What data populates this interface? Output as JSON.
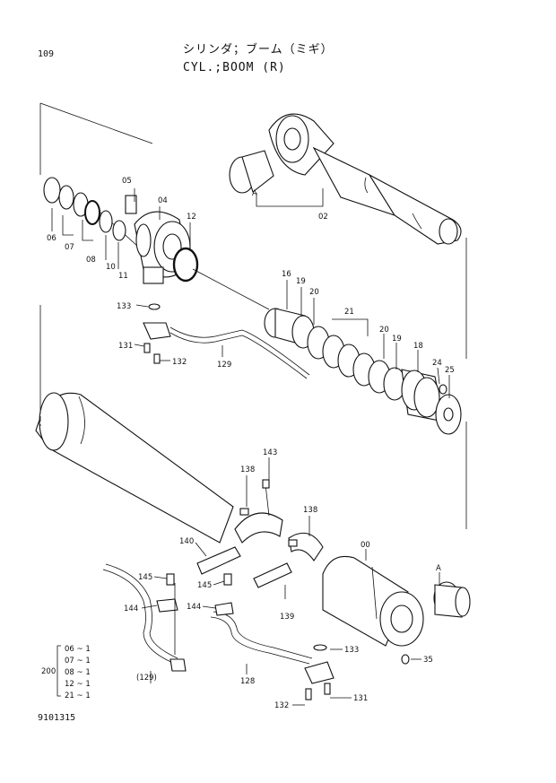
{
  "header": {
    "page_number": "109",
    "title_jp": "シリンダ；ブーム（ミギ）",
    "title_en": "CYL.;BOOM (R)"
  },
  "footer": {
    "code": "9101315"
  },
  "kit": {
    "label": "200",
    "items": [
      "06 ~ 1",
      "07 ~ 1",
      "08 ~ 1",
      "12 ~ 1",
      "21 ~ 1"
    ]
  },
  "callouts": {
    "c109": "109",
    "c02": "02",
    "cA1": "A",
    "c05": "05",
    "c04": "04",
    "c12": "12",
    "c06": "06",
    "c07": "07",
    "c08": "08",
    "c10": "10",
    "c11": "11",
    "c133a": "133",
    "c131a": "131",
    "c132a": "132",
    "c129": "129",
    "c16": "16",
    "c19a": "19",
    "c20a": "20",
    "c21": "21",
    "c20b": "20",
    "c19b": "19",
    "c18": "18",
    "c24": "24",
    "c25": "25",
    "c143": "143",
    "c138a": "138",
    "c138b": "138",
    "c140": "140",
    "c00": "00",
    "cA2": "A",
    "c145a": "145",
    "c145b": "145",
    "c144a": "144",
    "c144b": "144",
    "c139": "139",
    "c133b": "133",
    "c35": "35",
    "c129b": "(129)",
    "c128": "128",
    "c132b": "132",
    "c131b": "131"
  }
}
